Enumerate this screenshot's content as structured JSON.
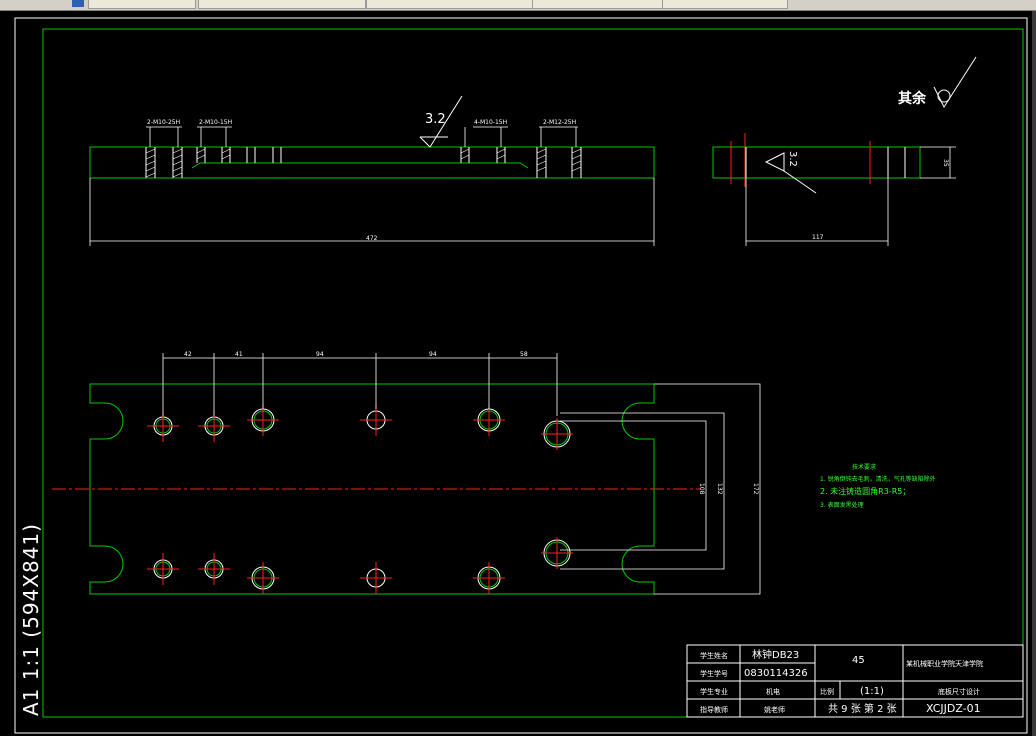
{
  "window": {
    "tabs": [
      "",
      "",
      "",
      "",
      ""
    ]
  },
  "sheet": {
    "format_label": "A1  1:1  (594X841)"
  },
  "roughness": {
    "top_view": "3.2",
    "side_view": "3.2",
    "general_label": "其余"
  },
  "hole_notes": {
    "a": "2-M10-25H",
    "b": "2-M10-15H",
    "c": "4-M10-15H",
    "d": "2-M12-25H"
  },
  "dimensions": {
    "overall_length": "472",
    "side_width": "117",
    "side_thickness": "35",
    "spacing": [
      "42",
      "41",
      "94",
      "94",
      "58"
    ],
    "vertical": [
      "108",
      "132",
      "172"
    ]
  },
  "tech_notes": {
    "title": "技术要求",
    "items": [
      "1. 锐角倒钝去毛刺，清洗，气孔等缺陷除外",
      "2. 未注铸造圆角R3-R5；",
      "3. 表面发黑处理"
    ]
  },
  "title_block": {
    "rows": [
      {
        "k1": "学生姓名",
        "v1": "林钟DB23"
      },
      {
        "k1": "学生学号",
        "v1": "0830114326"
      },
      {
        "k1": "学生专业",
        "v1": "机电"
      },
      {
        "k1": "指导教师",
        "v1": "姚老师"
      }
    ],
    "material": "45",
    "school": "某机械职业学院天津学院",
    "scale_label": "比例",
    "scale": "(1:1)",
    "part_name": "底板尺寸设计",
    "sheets": "共 9 张  第 2 张",
    "code": "XCJJDZ-01"
  },
  "colors": {
    "green": "#00c800",
    "white": "#ffffff",
    "red": "#ff2020",
    "bright_green": "#33ff33"
  }
}
